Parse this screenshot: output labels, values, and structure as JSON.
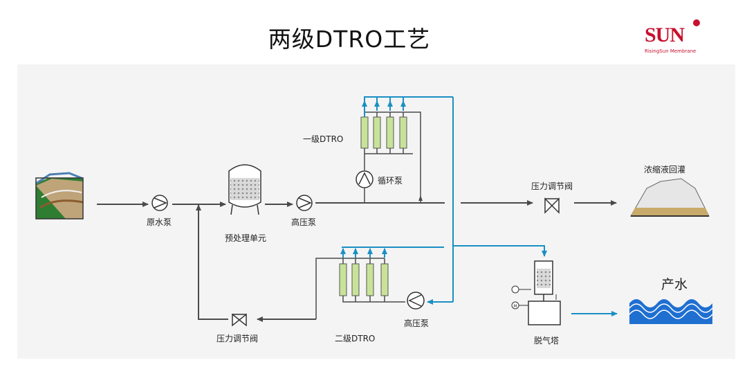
{
  "header": {
    "title": "两级DTRO工艺"
  },
  "logo": {
    "text": "SUN",
    "subtext": "RisingSun Membrane",
    "color": "#c8102e"
  },
  "colors": {
    "pipe": "#4a4a4a",
    "permeate": "#1a8fc4",
    "membrane": "#c9e29a"
  },
  "diagram": {
    "labels": {
      "raw_pump": "原水泵",
      "pretreatment": "预处理单元",
      "hp_pump_1": "高压泵",
      "stage1": "一级DTRO",
      "circ_pump": "循环泵",
      "valve_top": "压力调节阀",
      "concentrate": "浓缩液回灌",
      "product_water": "产水",
      "stage2": "二级DTRO",
      "hp_pump_2": "高压泵",
      "valve_bottom": "压力调节阀",
      "degas": "脱气塔"
    }
  }
}
